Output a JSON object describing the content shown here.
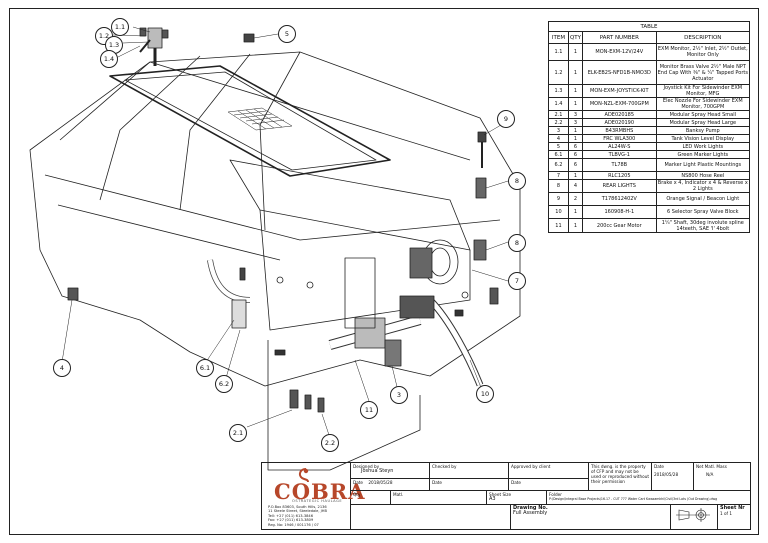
{
  "table": {
    "title": "TABLE",
    "headers": [
      "ITEM",
      "QTY",
      "PART NUMBER",
      "DESCRIPTION"
    ],
    "rows": [
      {
        "item": "1.1",
        "qty": "1",
        "part": "MON-EXM-12V/24V",
        "desc": "EXM Monitor, 2½\" Inlet, 2½\" Outlet, Monitor Only"
      },
      {
        "item": "1.2",
        "qty": "1",
        "part": "ELK-EB2S-NFD1B-NMO3D",
        "desc": "Monitor Brass Valve 2½\" Male NPT End Cap With ⅜\" & ¼\" Tapped Ports Actuator"
      },
      {
        "item": "1.3",
        "qty": "1",
        "part": "MON-EXM-JOYSTICK-KIT",
        "desc": "Joystick Kit For Sidewinder EXM Monitor, MFG"
      },
      {
        "item": "1.4",
        "qty": "1",
        "part": "MON-NZL-EXM-700GPM",
        "desc": "Elec Nozzle For Sidewinder EXM Monitor, 700GPM"
      },
      {
        "item": "2.1",
        "qty": "3",
        "part": "ADE020185",
        "desc": "Modular Spray Head Small"
      },
      {
        "item": "2.2",
        "qty": "3",
        "part": "ADE020190",
        "desc": "Modular Spray Head Large"
      },
      {
        "item": "3",
        "qty": "1",
        "part": "B43RMBHS",
        "desc": "Banksy Pump"
      },
      {
        "item": "4",
        "qty": "1",
        "part": "FRC WLA300",
        "desc": "Tank Vision Level Display"
      },
      {
        "item": "5",
        "qty": "6",
        "part": "AL24W-S",
        "desc": "LED Work Lights"
      },
      {
        "item": "6.1",
        "qty": "6",
        "part": "TLBVG-1",
        "desc": "Green Marker Lights"
      },
      {
        "item": "6.2",
        "qty": "6",
        "part": "TL78B",
        "desc": "Marker Light Plastic Mountings"
      },
      {
        "item": "7",
        "qty": "1",
        "part": "RLC1205",
        "desc": "NS800 Hose Reel"
      },
      {
        "item": "8",
        "qty": "4",
        "part": "REAR LIGHTS",
        "desc": "Brake x 4, Indicator x 4 & Reverse x 2 Lights"
      },
      {
        "item": "9",
        "qty": "2",
        "part": "T178612402V",
        "desc": "Orange Signal / Beacon Light"
      },
      {
        "item": "10",
        "qty": "1",
        "part": "160908-H-1",
        "desc": "6 Selector Spray Valve Block"
      },
      {
        "item": "11",
        "qty": "1",
        "part": "200cc Gear Motor",
        "desc": "1¼\" Shaft, 30deg involute spline 14teeth, SAE 'I' 4bolt"
      }
    ]
  },
  "callouts": [
    "1.1",
    "1.2",
    "1.3",
    "1.4",
    "5",
    "9",
    "8",
    "8",
    "7",
    "4",
    "6.1",
    "6.2",
    "11",
    "3",
    "10",
    "2.1",
    "2.2"
  ],
  "title_block": {
    "logo": "COBRA",
    "logo_sub": "OSTRATEGIC HAULAGE",
    "address": [
      "P.O.Box 83603, South Hills, 2136",
      "11 Steele Street, Steeledale, JHB",
      "Tell: +27 (011) 613-3846",
      "Fax: +27 (011) 613-3809",
      "Reg. No: 1946 / 001176 / 07"
    ],
    "designed_by_label": "Designed by",
    "designed_by": "Joshua Steyn",
    "checked_by_label": "Checked by",
    "approved_label": "Approved by client",
    "property_note": "This dwng. is the property of CFP and may not be used or reproduced without their permission",
    "date_label": "Date",
    "date1": "2018/05/28",
    "date2": "2018/05/28",
    "net_mass_label": "Net Matl. Mass",
    "net_mass": "N/A",
    "qty_label": "Qty",
    "matl_label": "Matl.",
    "sheet_size_label": "Sheet Size",
    "sheet_size": "A3",
    "folder_label": "Folder",
    "folder": "P:\\Design\\Integral Base Projects\\16.17 - CUT 777 Water Cart Kwazamkhi\\Civil\\3rd Lots (Out Drawing).dwg",
    "drawing_no_label": "Drawing No.",
    "drawing_no": "Full Assembly",
    "sheet_nr_label": "Sheet Nr",
    "sheet_nr": "1 of 1"
  }
}
